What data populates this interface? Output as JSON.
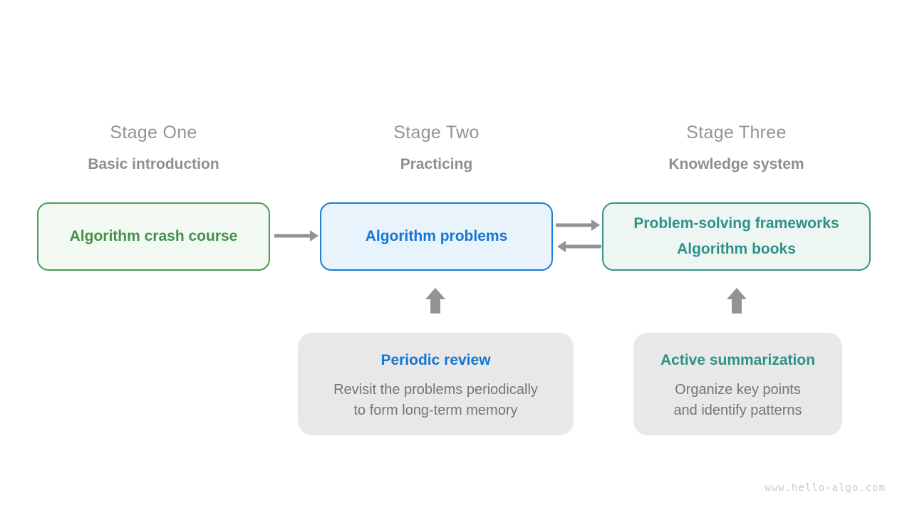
{
  "colors": {
    "background": "#FFFFFF",
    "arrow": "#939393",
    "stage_title": "#949494",
    "stage_subtitle": "#8E8E8E",
    "callout_bg": "#E8E8E8",
    "callout_body_text": "#757575",
    "watermark_text": "#CBCBCB",
    "green_border": "#4C9A52",
    "green_fill": "#F2F8F2",
    "green_text": "#44914B",
    "blue_border": "#1B7CD4",
    "blue_fill": "#E9F3FC",
    "blue_text": "#1477D2",
    "teal_border": "#39908A",
    "teal_fill": "#EEF6F4",
    "teal_text": "#2E9187"
  },
  "stages": [
    {
      "title": "Stage One",
      "subtitle": "Basic introduction",
      "box": {
        "lines": [
          "Algorithm crash course"
        ],
        "border": "#4C9A52",
        "fill": "#F2F8F2",
        "text_color": "#44914B"
      }
    },
    {
      "title": "Stage Two",
      "subtitle": "Practicing",
      "box": {
        "lines": [
          "Algorithm problems"
        ],
        "border": "#1B7CD4",
        "fill": "#E9F3FC",
        "text_color": "#1477D2"
      }
    },
    {
      "title": "Stage Three",
      "subtitle": "Knowledge system",
      "box": {
        "lines": [
          "Problem-solving frameworks",
          "Algorithm books"
        ],
        "border": "#39908A",
        "fill": "#EEF6F4",
        "text_color": "#2E9187"
      }
    }
  ],
  "connectors": [
    {
      "name": "stage1-to-stage2",
      "icon": "arrow-right-icon"
    },
    {
      "name": "stage2-to-stage3",
      "icon": "arrow-right-icon"
    },
    {
      "name": "stage3-to-stage2",
      "icon": "arrow-left-icon"
    },
    {
      "name": "periodic-review-to-stage2",
      "icon": "arrow-up-icon"
    },
    {
      "name": "active-summarization-to-stage3",
      "icon": "arrow-up-icon"
    }
  ],
  "callouts": [
    {
      "title": "Periodic review",
      "title_color": "#1477D2",
      "body_lines": [
        "Revisit the problems periodically",
        "to form long-term memory"
      ]
    },
    {
      "title": "Active summarization",
      "title_color": "#2E9187",
      "body_lines": [
        "Organize key points",
        "and identify patterns"
      ]
    }
  ],
  "watermark": "www.hello-algo.com"
}
